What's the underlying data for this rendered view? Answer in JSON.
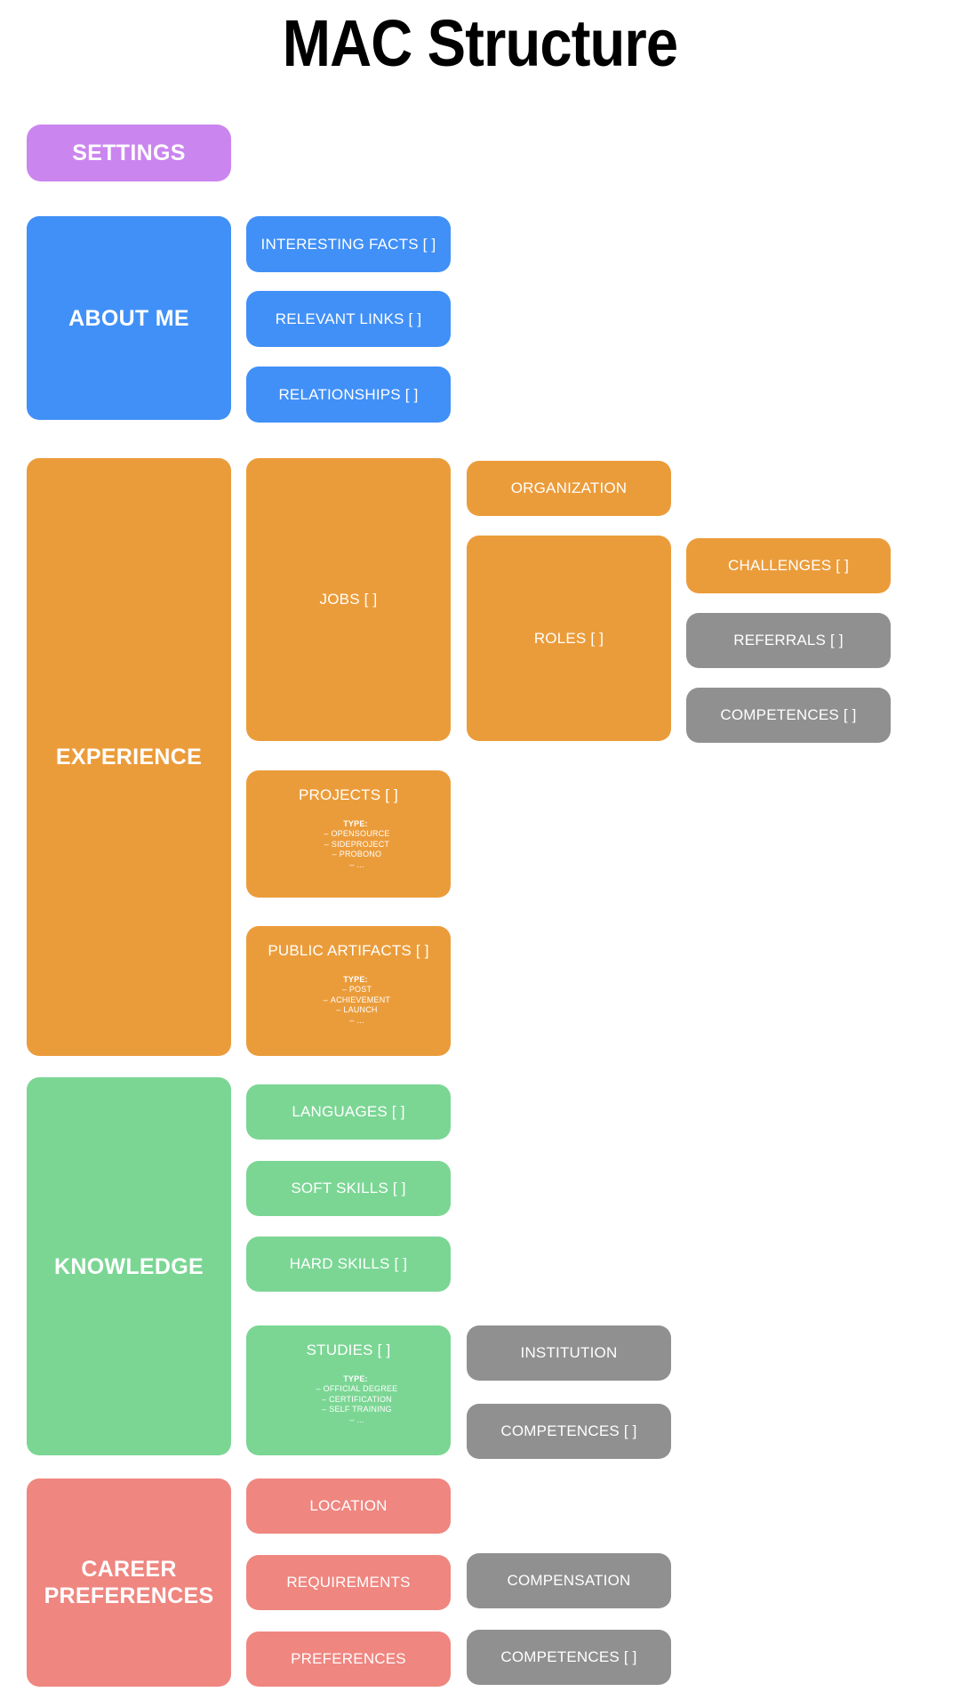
{
  "title": "MAC Structure",
  "colors": {
    "purple": "#cb85ef",
    "blue": "#4190f7",
    "orange": "#eb9c3a",
    "green": "#7bd694",
    "red": "#ef8680",
    "gray": "#909090",
    "background": "#ffffff",
    "text_on_card": "#ffffff",
    "title_text": "#000000"
  },
  "sections": {
    "settings": {
      "label": "SETTINGS"
    },
    "about_me": {
      "label": "ABOUT ME",
      "children": [
        {
          "label": "INTERESTING FACTS [ ]"
        },
        {
          "label": "RELEVANT LINKS [ ]"
        },
        {
          "label": "RELATIONSHIPS [ ]"
        }
      ]
    },
    "experience": {
      "label": "EXPERIENCE",
      "jobs": {
        "label": "JOBS [ ]"
      },
      "organization": {
        "label": "ORGANIZATION"
      },
      "roles": {
        "label": "ROLES [ ]"
      },
      "challenges": {
        "label": "CHALLENGES [ ]"
      },
      "referrals": {
        "label": "REFERRALS [ ]"
      },
      "competences": {
        "label": "COMPETENCES [ ]"
      },
      "projects": {
        "label": "PROJECTS [ ]",
        "type_label": "TYPE:",
        "types": [
          "OPENSOURCE",
          "SIDEPROJECT",
          "PROBONO",
          "..."
        ]
      },
      "public_artifacts": {
        "label": "PUBLIC ARTIFACTS [ ]",
        "type_label": "TYPE:",
        "types": [
          "POST",
          "ACHIEVEMENT",
          "LAUNCH",
          "..."
        ]
      }
    },
    "knowledge": {
      "label": "KNOWLEDGE",
      "languages": {
        "label": "LANGUAGES [ ]"
      },
      "soft_skills": {
        "label": "SOFT SKILLS [ ]"
      },
      "hard_skills": {
        "label": "HARD SKILLS [ ]"
      },
      "studies": {
        "label": "STUDIES [ ]",
        "type_label": "TYPE:",
        "types": [
          "OFFICIAL DEGREE",
          "CERTIFICATION",
          "SELF TRAINING",
          "..."
        ]
      },
      "institution": {
        "label": "INSTITUTION"
      },
      "competences": {
        "label": "COMPETENCES [ ]"
      }
    },
    "career_preferences": {
      "label": "CAREER PREFERENCES",
      "location": {
        "label": "LOCATION"
      },
      "requirements": {
        "label": "REQUIREMENTS"
      },
      "preferences": {
        "label": "PREFERENCES"
      },
      "compensation": {
        "label": "COMPENSATION"
      },
      "competences": {
        "label": "COMPETENCES [ ]"
      }
    }
  }
}
